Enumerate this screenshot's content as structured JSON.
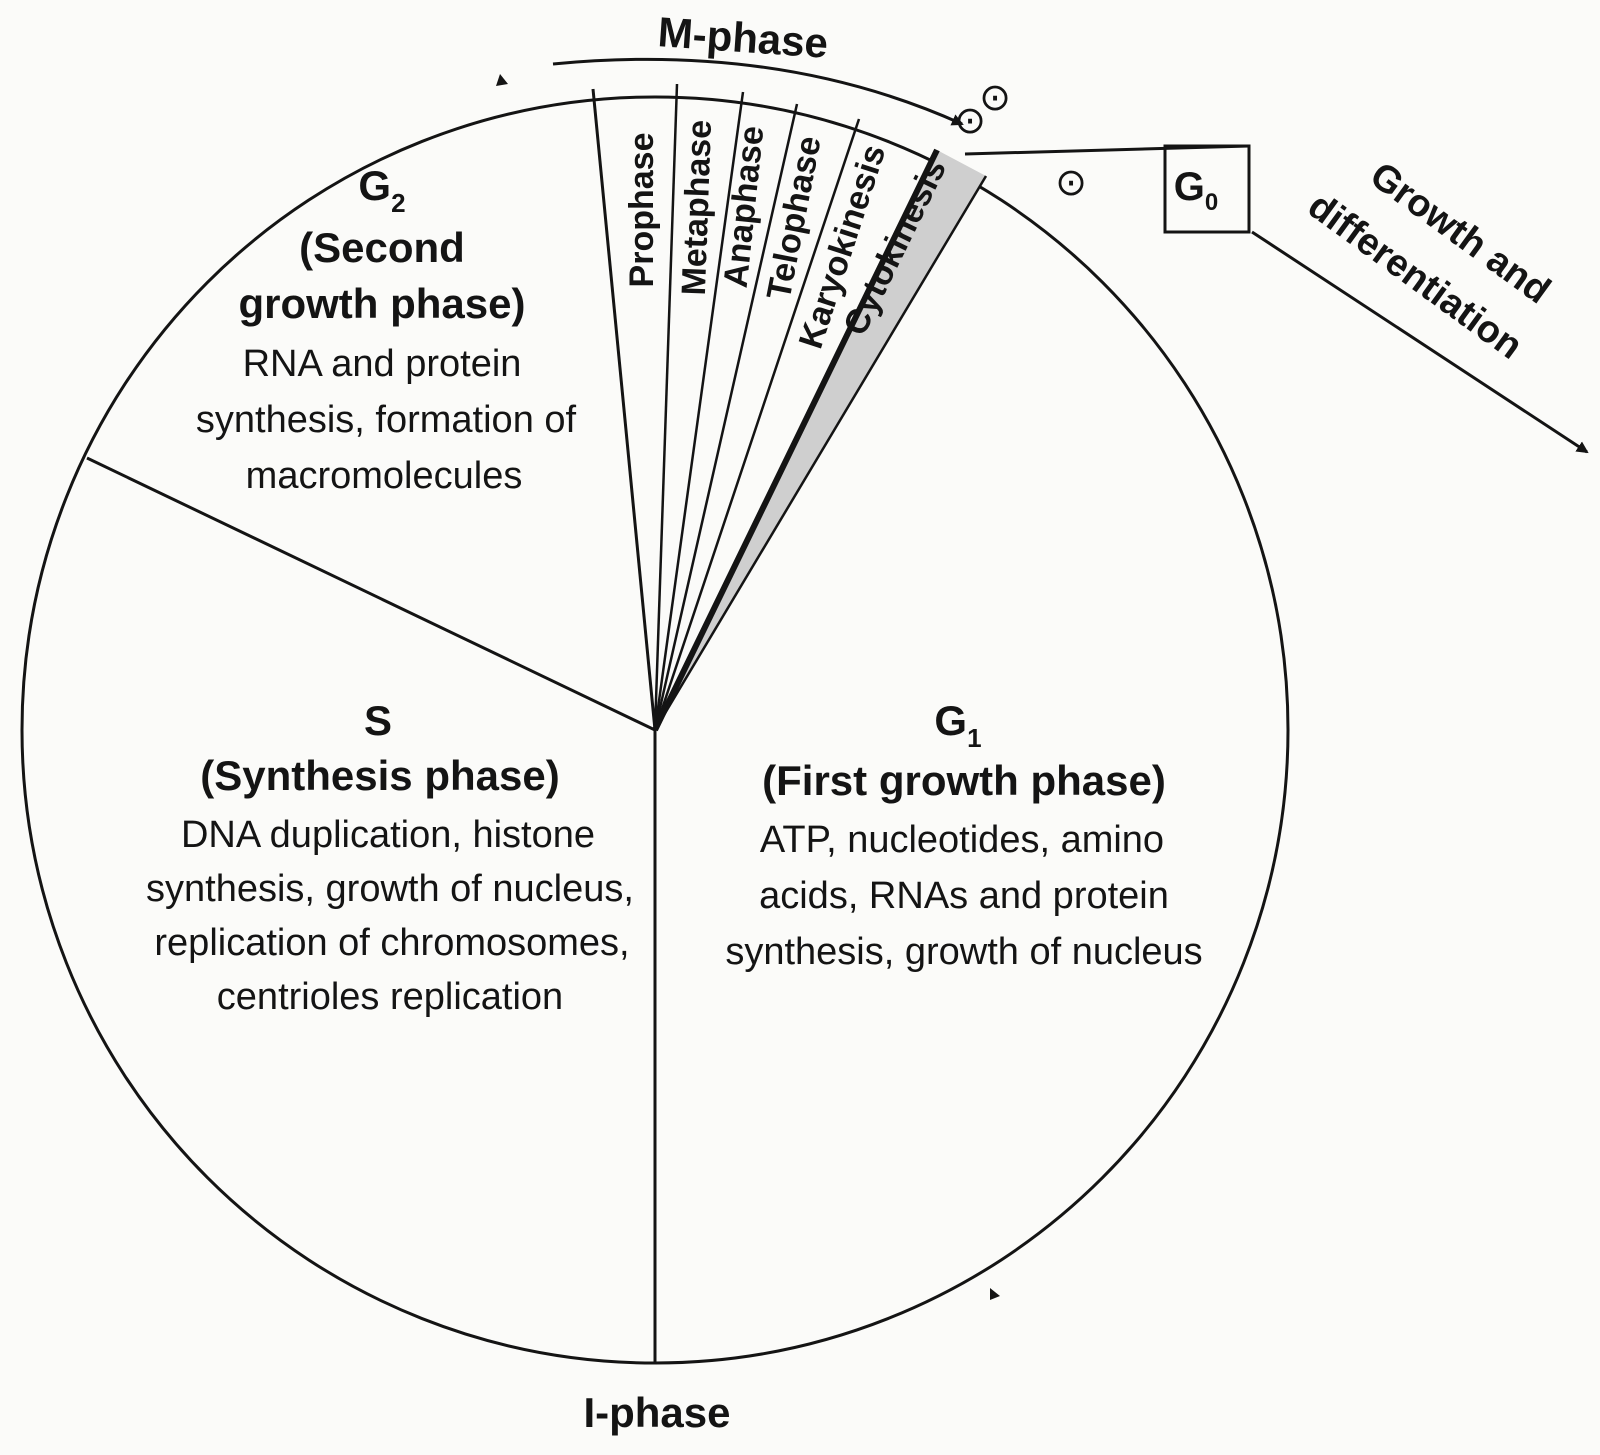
{
  "m_phase_label": "M-phase",
  "i_phase_label": "I-phase",
  "g0": {
    "base": "G",
    "sub": "0"
  },
  "growth_label": {
    "line1": "Growth and",
    "line2": "differentiation"
  },
  "g2": {
    "base": "G",
    "sub": "2",
    "title_line1": "(Second",
    "title_line2": "growth phase)",
    "desc": [
      "RNA and protein",
      "synthesis, formation of",
      "macromolecules"
    ]
  },
  "s": {
    "base": "S",
    "title": "(Synthesis phase)",
    "desc": [
      "DNA duplication, histone",
      "synthesis, growth of nucleus,",
      "replication of chromosomes,",
      "centrioles replication"
    ]
  },
  "g1": {
    "base": "G",
    "sub": "1",
    "title": "(First growth phase)",
    "desc": [
      "ATP, nucleotides, amino",
      "acids, RNAs and protein",
      "synthesis, growth of nucleus"
    ]
  },
  "m_subphases": [
    "Prophase",
    "Metaphase",
    "Anaphase",
    "Telophase",
    "Karyokinesis",
    "Cytokinesis"
  ],
  "checkpoint_symbol": "⊙",
  "colors": {
    "line": "#141414",
    "cytokinesis_fill": "#cfcfcf",
    "background": "#fbfbf9"
  }
}
